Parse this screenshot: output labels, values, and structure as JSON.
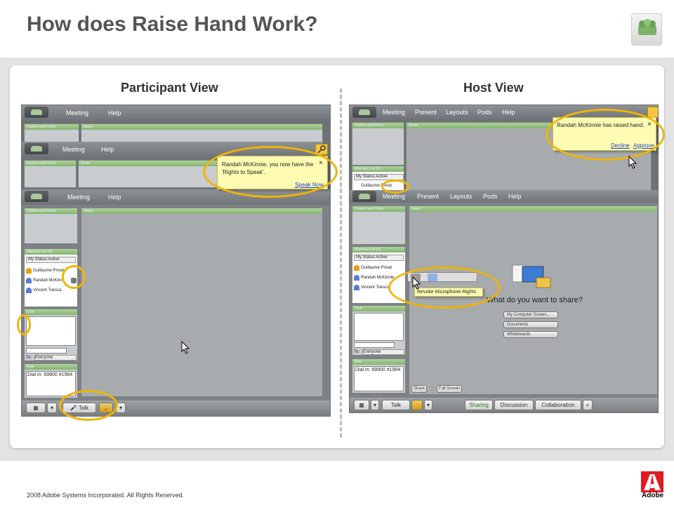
{
  "title": "How does Raise Hand Work?",
  "footer": {
    "copyright": "2008 Adobe Systems Incorporated. All Rights Reserved.",
    "adobe_label": "Adobe"
  },
  "participant": {
    "heading": "Participant View",
    "menu": {
      "meeting": "Meeting",
      "help": "Help"
    },
    "pods": {
      "camera": "Camera and Voice",
      "share": "Share",
      "attendees": "Attendee List (3)",
      "chat": "Chat",
      "note": "Note"
    },
    "status": "My Status:Active",
    "attendees": [
      "Guillaume Privat",
      "Randah McKinn",
      "Vincent Toesca"
    ],
    "popup": {
      "text": "Randah McKinnie, you now have the 'Rights to Speak'.",
      "link": "Speak Now",
      "close": "×"
    },
    "chat_to_label": "To:",
    "chat_to_value": "Everyone",
    "note": "Dial in: 69900 #1984",
    "talk": "Talk"
  },
  "host": {
    "heading": "Host View",
    "menu": {
      "meeting": "Meeting",
      "present": "Present",
      "layouts": "Layouts",
      "pods": "Pods",
      "help": "Help"
    },
    "pods": {
      "camera": "Camera and Voice",
      "share": "Share",
      "attendees": "Attendee List (3)",
      "chat": "Chat",
      "note": "Note"
    },
    "status": "My Status:Active",
    "attendees": [
      "Guillaume Privat",
      "Randah McKinnie",
      "Vincent Toesca"
    ],
    "popup": {
      "text": "Randah McKinnie has raised hand.",
      "decline": "Decline",
      "approve": "Approve",
      "close": "×"
    },
    "tooltip": "Revoke Microphone Rights",
    "share_prompt": "What do you want to share?",
    "share_options": [
      "My Computer Screen...",
      "Documents",
      "Whiteboards"
    ],
    "chat_to_label": "To:",
    "chat_to_value": "Everyone",
    "note": "Dial in: 69900 #1984",
    "share_btn": "Share",
    "fullscreen_btn": "Full Screen",
    "talk": "Talk",
    "tabs": [
      "Sharing",
      "Discussion",
      "Collaboration"
    ],
    "add": "+"
  },
  "colors": {
    "highlight": "#f0b400",
    "pod_header": "#9cc789"
  }
}
